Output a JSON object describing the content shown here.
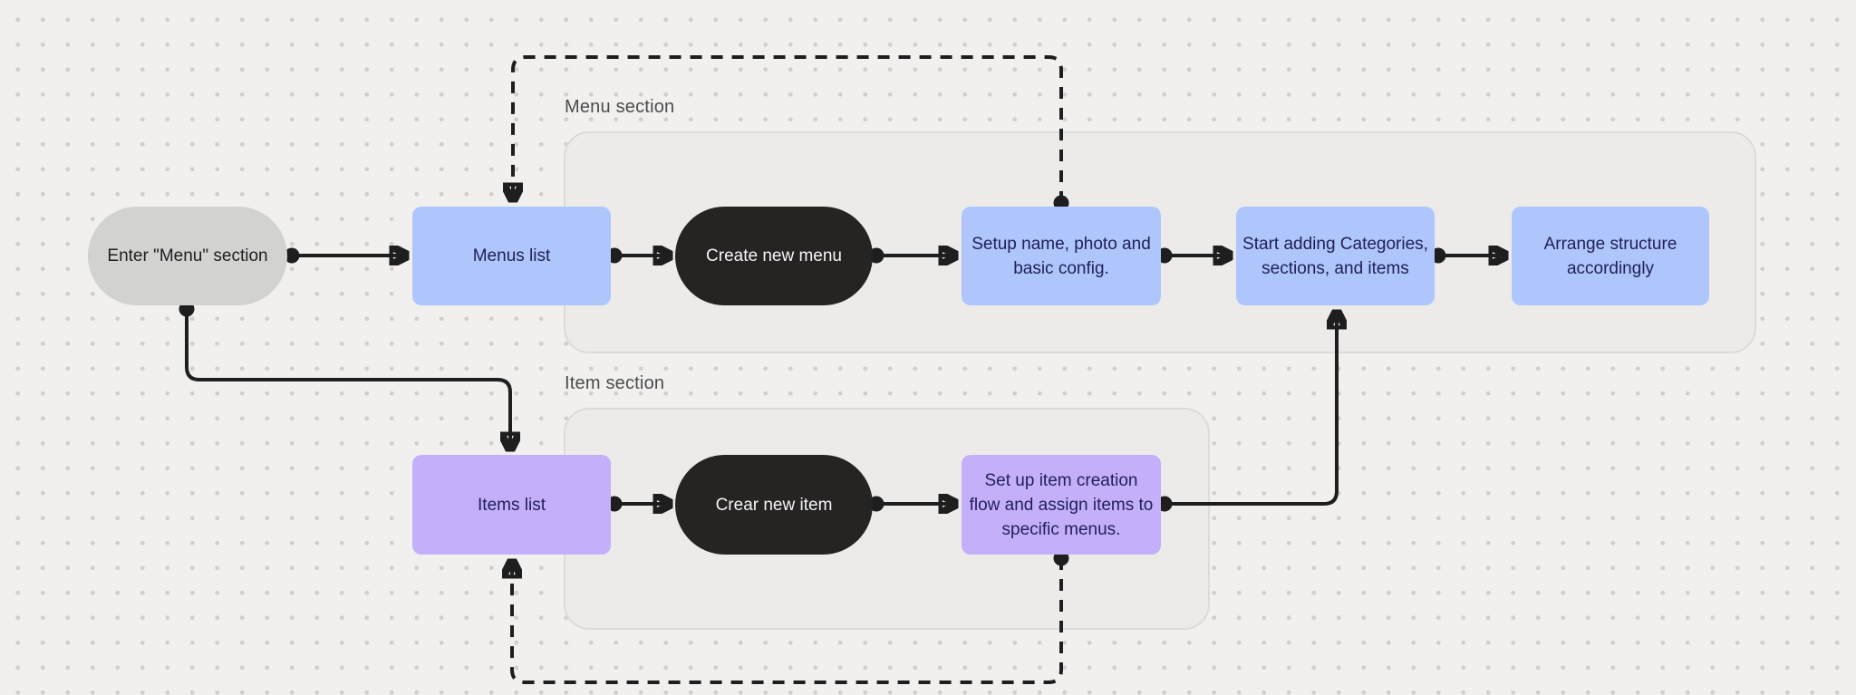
{
  "sections": {
    "menu": {
      "label": "Menu section"
    },
    "item": {
      "label": "Item section"
    }
  },
  "nodes": {
    "enter_menu": {
      "label": "Enter \"Menu\" section"
    },
    "menus_list": {
      "label": "Menus list"
    },
    "create_new_menu": {
      "label": "Create new menu"
    },
    "setup_config": {
      "label": "Setup name, photo and basic config."
    },
    "start_adding": {
      "label": "Start adding Categories, sections, and items"
    },
    "arrange_structure": {
      "label": "Arrange structure accordingly"
    },
    "items_list": {
      "label": "Items list"
    },
    "crear_new_item": {
      "label": "Crear new item"
    },
    "setup_item_creation": {
      "label": "Set up item creation flow and assign items to specific menus."
    }
  },
  "colors": {
    "canvas_bg": "#f1f0ef",
    "dot": "#cfcfcd",
    "section_fill": "#ecebea",
    "section_border": "#dbdbd9",
    "section_label": "#4c4c4c",
    "gray_node": "#d2d2d1",
    "blue_node": "#aec6fb",
    "purple_node": "#c4affb",
    "dark_node": "#262323",
    "node_text_dark": "#21205a",
    "node_text_black": "#1f1f1f",
    "node_text_light": "#f5f5f5",
    "connector": "#1e1e1e"
  }
}
